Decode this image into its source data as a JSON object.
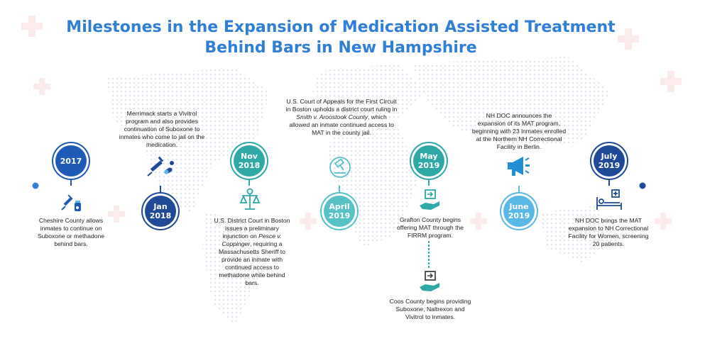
{
  "title": {
    "line1": "Milestones in the Expansion of Medication Assisted Treatment",
    "line2": "Behind Bars in New Hampshire"
  },
  "colors": {
    "title": "#2f7fd6",
    "dark_blue": "#1e4a97",
    "mid_blue": "#2f7fd6",
    "teal": "#2ea9a8",
    "light_teal": "#56c1c7",
    "cyan": "#5ab8e6",
    "line_start": "#1f5bb6",
    "line_end": "#1e4a97"
  },
  "milestones": [
    {
      "id": "2017",
      "label_top": "2017",
      "label_bottom": "",
      "color": "#1f5bb6",
      "icon": "syringe-pills-icon",
      "text_parts": [
        "Cheshire County allows inmates to continue on Suboxone or methadone behind bars."
      ]
    },
    {
      "id": "jan2018",
      "label_top": "Jan",
      "label_bottom": "2018",
      "color": "#1e4a97",
      "icon": "syringe-capsule-icon",
      "text_parts": [
        "Merrimack starts a Vivitrol program and also provides continuation of Suboxone to inmates who come to jail on the medication."
      ]
    },
    {
      "id": "nov2018",
      "label_top": "Nov",
      "label_bottom": "2018",
      "color": "#2ea9a8",
      "icon": "scales-of-justice-icon",
      "text_parts": [
        "U.S. District Court in Boston issues a preliminary injunction on ",
        "Pesce v. Coppinger",
        ", requiring a Massachusetts Sheriff to provide an inmate with continued access to methadone while behind bars."
      ]
    },
    {
      "id": "apr2019",
      "label_top": "April",
      "label_bottom": "2019",
      "color": "#56c1c7",
      "icon": "gavel-icon",
      "text_parts": [
        "U.S. Court of Appeals for the First Circuit in Boston upholds a district court ruling in ",
        "Smith v. Aroostook County",
        ", which allowed an inmate continued access to MAT in the county jail."
      ]
    },
    {
      "id": "may2019",
      "label_top": "May",
      "label_bottom": "2019",
      "color": "#2ea9a8",
      "icon": "hand-arrow-icon",
      "text_parts": [
        "Grafton County begins offering MAT through the FIRRM program."
      ]
    },
    {
      "id": "may2019b",
      "label_top": "",
      "label_bottom": "",
      "color": "#2ea9a8",
      "icon": "hand-arrow-icon",
      "text_parts": [
        "Coos County begins providing Suboxone, Naltrexon and Vivitrol to inmates."
      ]
    },
    {
      "id": "jun2019",
      "label_top": "June",
      "label_bottom": "2019",
      "color": "#5ab8e6",
      "icon": "megaphone-icon",
      "text_parts": [
        "NH DOC announces the expansion of its MAT program, beginning with 23 inmates enrolled at the Northern NH Correctional Facility in Berlin."
      ]
    },
    {
      "id": "jul2019",
      "label_top": "July",
      "label_bottom": "2019",
      "color": "#1e4a97",
      "icon": "hospital-bed-icon",
      "text_parts": [
        "NH DOC brings the MAT expansion to NH Correctional Facility for Women, screening 20 patients."
      ]
    }
  ]
}
